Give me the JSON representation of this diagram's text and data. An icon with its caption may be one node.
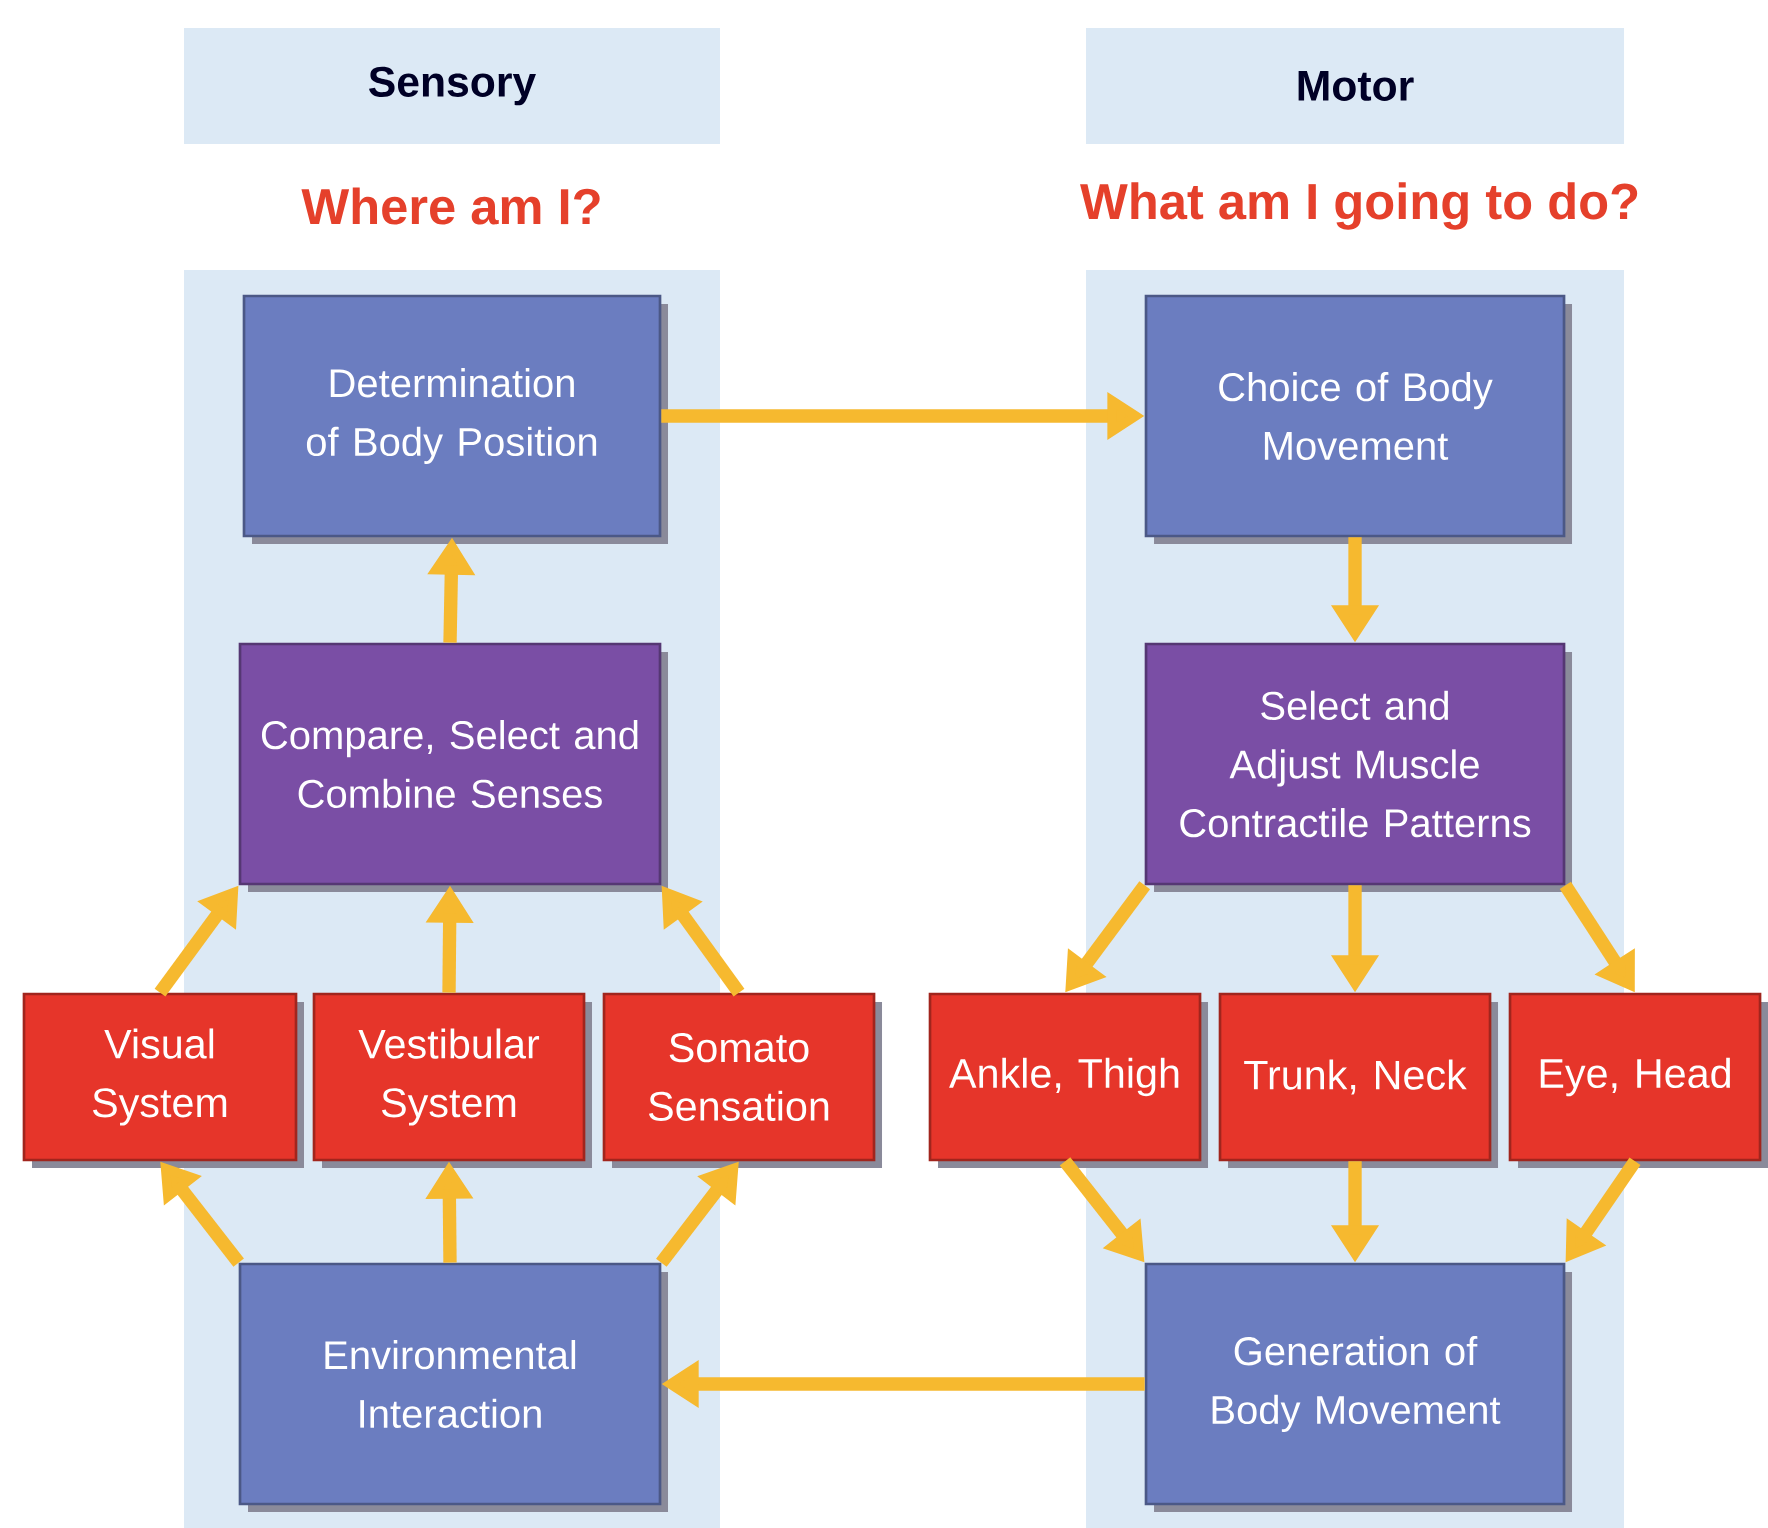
{
  "diagram": {
    "nodes": [
      {
        "text": [
          "Sensory"
        ]
      },
      {
        "text": [
          "Motor"
        ]
      },
      {
        "text": [
          "Determination of Body Position"
        ]
      },
      {
        "text": [
          "Choice of Body Movement"
        ]
      },
      {
        "text": [
          "Compare, Select and Combine Senses"
        ]
      },
      {
        "text": [
          "Select and Adjust Muscle Contractile Patterns"
        ]
      },
      {
        "text": [
          "Visual System"
        ]
      },
      {
        "text": [
          "Vestibular System"
        ]
      },
      {
        "text": [
          "Somato Sensation"
        ]
      },
      {
        "text": [
          "Ankle, Thigh"
        ]
      },
      {
        "text": [
          "Trunk, Neck"
        ]
      },
      {
        "text": [
          "Eye, Head"
        ]
      },
      {
        "text": [
          "Environmental Interaction"
        ]
      },
      {
        "text": [
          "Generation of Body Movement"
        ]
      }
    ],
    "edges": [
      {
        "from": 2,
        "to": 3,
        "arrow": "to"
      },
      {
        "from": 4,
        "to": 2,
        "arrow": "to"
      },
      {
        "from": 3,
        "to": 5,
        "arrow": "to"
      },
      {
        "from": 6,
        "to": 4,
        "arrow": "to"
      },
      {
        "from": 7,
        "to": 4,
        "arrow": "to"
      },
      {
        "from": 8,
        "to": 4,
        "arrow": "to"
      },
      {
        "from": 5,
        "to": 9,
        "arrow": "to"
      },
      {
        "from": 5,
        "to": 10,
        "arrow": "to"
      },
      {
        "from": 5,
        "to": 11,
        "arrow": "to"
      },
      {
        "from": 12,
        "to": 6,
        "arrow": "to"
      },
      {
        "from": 12,
        "to": 7,
        "arrow": "to"
      },
      {
        "from": 12,
        "to": 8,
        "arrow": "to"
      },
      {
        "from": 9,
        "to": 13,
        "arrow": "to"
      },
      {
        "from": 10,
        "to": 13,
        "arrow": "to"
      },
      {
        "from": 11,
        "to": 13,
        "arrow": "to"
      },
      {
        "from": 13,
        "to": 12,
        "arrow": "to"
      }
    ],
    "labels": [
      "Where am I?",
      "What am I going to do?"
    ]
  }
}
